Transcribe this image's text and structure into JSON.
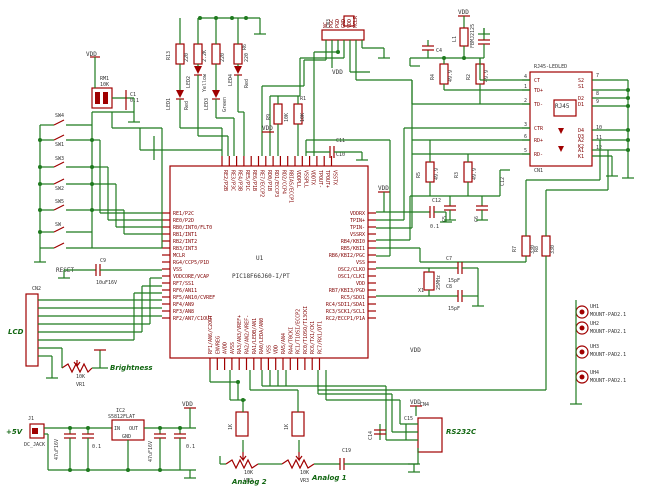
{
  "ic": {
    "ref": "U1",
    "part": "PIC18F66J60-I/PT",
    "left_pins": [
      "RE1/P2C",
      "RE0/P2D",
      "RB0/INT0/FLT0",
      "RB1/INT1",
      "RB2/INT2",
      "RB3/INT3",
      "MCLR",
      "RG4/CCP5/P1D",
      "VSS",
      "VDDCORE/VCAP",
      "RF7/SS1",
      "RF6/AN11",
      "RF5/AN10/CVREF",
      "RF4/AN9",
      "RF3/AN8",
      "RF2/AN7/C1OUT"
    ],
    "right_pins": [
      "VDDRX",
      "TPIN+",
      "TPIN-",
      "VSSRX",
      "RB4/KBI0",
      "RB5/KBI1",
      "RB6/KBI2/PGC",
      "VSS",
      "OSC2/CLKO",
      "OSC1/CLKI",
      "VDD",
      "RB7/KBI3/PGD",
      "RC5/SDO1",
      "RC4/SDI1/SDA1",
      "RC3/SCK1/SCL1",
      "RC2/ECCP1/P1A"
    ],
    "top_pins": [
      "RE2/P2B",
      "RE3/P3C",
      "RE4/P3B",
      "RE5/P1C",
      "RE6/P1B",
      "RE7/ECCP2",
      "RD0/P1B",
      "RD1/ECCP3",
      "RD2/CCP4",
      "RBIAS/ECCP1",
      "VDDPLL",
      "VSSPLL",
      "VDDTX",
      "TPOUT-",
      "TPOUT+",
      "VSSTX"
    ],
    "bottom_pins": [
      "RF1/AN6/C2OUT",
      "ENVREG",
      "AVDD",
      "AVSS",
      "RA3/AN3/VREF+",
      "RA2/AN2/VREF-",
      "RA1/LEDB/AN1",
      "RA0/LEDA/AN0",
      "VSS",
      "VDD",
      "RA5/AN4",
      "RA4/T0CKI",
      "RC1/T1OSI/ECCP2",
      "RC0/T1OSO/T13CKI",
      "RC6/TX1/CK1",
      "RC7/RX1/DT1"
    ]
  },
  "labels": {
    "lcd": "LCD",
    "brightness": "Brightness",
    "analog1": "Analog 1",
    "analog2": "Analog 2",
    "rs232": "RS232C",
    "vdd": "VDD",
    "vdd2": "VDD",
    "vdd3": "VDD",
    "vdd4": "VDD",
    "vdd5": "VDD",
    "vdd6": "VDD",
    "vdd7": "VDD",
    "vdd8": "VDD",
    "plus5v": "+5V",
    "reset": "RESET"
  },
  "parts": {
    "rm1": "RM1",
    "rm1_val": "10K",
    "c1": "C1",
    "c1_val": "0.1",
    "sw1": "SW1",
    "sw2": "SW2",
    "sw3": "SW3",
    "sw4": "SW4",
    "sw5": "SW5",
    "sw": "SW",
    "r1": "R1",
    "r1_val": "10K",
    "r2": "R2",
    "r2_val": "49.9",
    "r4": "R4",
    "r4_val": "49.9",
    "r5": "R5",
    "r5_val": "49.9",
    "r3": "R3",
    "r3_val": "49.9",
    "r6": "R6",
    "r6_val": "220",
    "r7": "R7",
    "r7_val": "330",
    "r8": "R8",
    "r8_val": "330",
    "r9": "R9",
    "r9_val": "10K",
    "r10": "R10",
    "r10_val": "1K",
    "r11": "R11",
    "r11_val": "1K",
    "r12": "R12",
    "r12_val": "2.2K",
    "r13": "R13",
    "r13_val": "220",
    "r14": "R14",
    "r14_val": "220",
    "l1": "L1",
    "l1_val": "FBMJ2125",
    "led1": "LED1",
    "led1_col": "Red",
    "led2": "LED2",
    "led2_col": "Yellow",
    "led3": "LED3",
    "led3_col": "Green",
    "led4": "LED4",
    "led4_col": "Red",
    "cn1": "CN1",
    "cn1_part": "RJ45-LEDLED",
    "cn2": "CN2",
    "cn3": "CN3",
    "cn3_pins": [
      "NC",
      "PGC",
      "PGD",
      "GND",
      "VDD",
      "MCLR"
    ],
    "cn4": "CN4",
    "j1": "J1",
    "j1_part": "DC_JACK",
    "c4": "C4",
    "c4_val": "0.1",
    "c5": "C5",
    "c5_val": "0.1",
    "c6": "C6",
    "c6_val": "0.1",
    "c7": "C7",
    "c7_val": "15pF",
    "c8": "C8",
    "c8_val": "15pF",
    "c9": "C9",
    "c9_val": "10uF16V",
    "c10": "C10",
    "c10_val": "0.1",
    "c11": "C11",
    "c11_val": "0.1",
    "c12": "C12",
    "c12_val": "0.1",
    "c13": "C13",
    "c13_val": "0.1",
    "c14": "C14",
    "c14_val": "0.1",
    "c15": "C15",
    "c15_val": "0.1",
    "c16": "C16",
    "c16_val": "47uF16V",
    "c17": "C17",
    "c17_val": "0.1",
    "c18": "C18",
    "c18_val": "0.1",
    "c19": "C19",
    "c19_val": "0.1",
    "c20": "C20",
    "c20_val": "47uF16V",
    "x1": "X1",
    "x1_val": "25MHz",
    "ic2": "IC2",
    "ic2_part": "S5812FLAT",
    "ic2_in": "IN",
    "ic2_out": "OUT",
    "ic2_gnd": "GND",
    "vr1": "VR1",
    "vr1_val": "10K",
    "vr2": "VR2",
    "vr2_val": "10K",
    "vr3": "VR3",
    "vr3_val": "10K",
    "ush1": "UH1",
    "ush2": "UH2",
    "ush3": "UH3",
    "ush4": "UH4",
    "mount": "MOUNT-PAD2.1",
    "rj_ic": "RJ45",
    "rj_pins": [
      "CT",
      "TD+",
      "TD-",
      "CTR",
      "RD+",
      "RD-"
    ],
    "rj_leds": [
      "S2",
      "S1",
      "D2",
      "D1",
      "D4",
      "D3",
      "A1",
      "K1",
      "A2",
      "K2"
    ],
    "rj_nums": [
      "4",
      "1",
      "2",
      "3",
      "6",
      "5",
      "7",
      "8",
      "9",
      "10",
      "11",
      "12"
    ]
  }
}
